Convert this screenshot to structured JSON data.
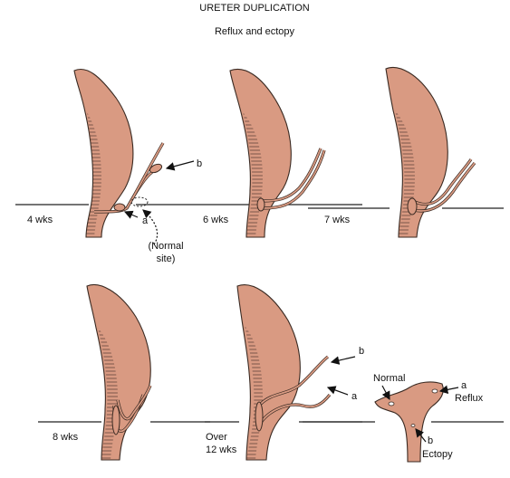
{
  "title": "URETER DUPLICATION",
  "subtitle": "Reflux and ectopy",
  "colors": {
    "tissue": "#D99A82",
    "outline": "#3a2a22",
    "line": "#222222"
  },
  "stages": {
    "s1": {
      "label": "4 wks",
      "marker_a": "a",
      "marker_b": "b",
      "normal_site_line1": "(Normal",
      "normal_site_line2": "site)"
    },
    "s2": {
      "label": "6 wks"
    },
    "s3": {
      "label": "7 wks"
    },
    "s4": {
      "label": "8 wks"
    },
    "s5": {
      "label_line1": "Over",
      "label_line2": "12 wks",
      "marker_a": "a",
      "marker_b": "b"
    },
    "s6": {
      "normal": "Normal",
      "marker_a": "a",
      "reflux": "Reflux",
      "marker_b": "b",
      "ectopy": "Ectopy"
    }
  }
}
